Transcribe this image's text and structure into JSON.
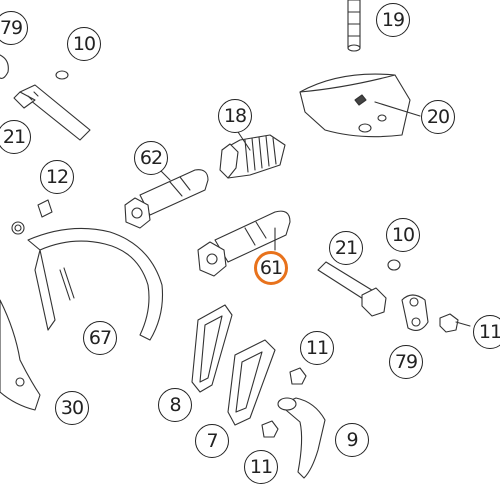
{
  "highlight_color": "#e8721c",
  "line_color": "#222222",
  "callouts": [
    {
      "label": "79",
      "highlighted": false
    },
    {
      "label": "10",
      "highlighted": false
    },
    {
      "label": "19",
      "highlighted": false
    },
    {
      "label": "21",
      "highlighted": false
    },
    {
      "label": "18",
      "highlighted": false
    },
    {
      "label": "20",
      "highlighted": false
    },
    {
      "label": "62",
      "highlighted": false
    },
    {
      "label": "12",
      "highlighted": false
    },
    {
      "label": "21",
      "highlighted": false
    },
    {
      "label": "10",
      "highlighted": false
    },
    {
      "label": "61",
      "highlighted": true
    },
    {
      "label": "11",
      "highlighted": false
    },
    {
      "label": "67",
      "highlighted": false
    },
    {
      "label": "11",
      "highlighted": false
    },
    {
      "label": "79",
      "highlighted": false
    },
    {
      "label": "8",
      "highlighted": false
    },
    {
      "label": "30",
      "highlighted": false
    },
    {
      "label": "7",
      "highlighted": false
    },
    {
      "label": "9",
      "highlighted": false
    },
    {
      "label": "11",
      "highlighted": false
    }
  ]
}
